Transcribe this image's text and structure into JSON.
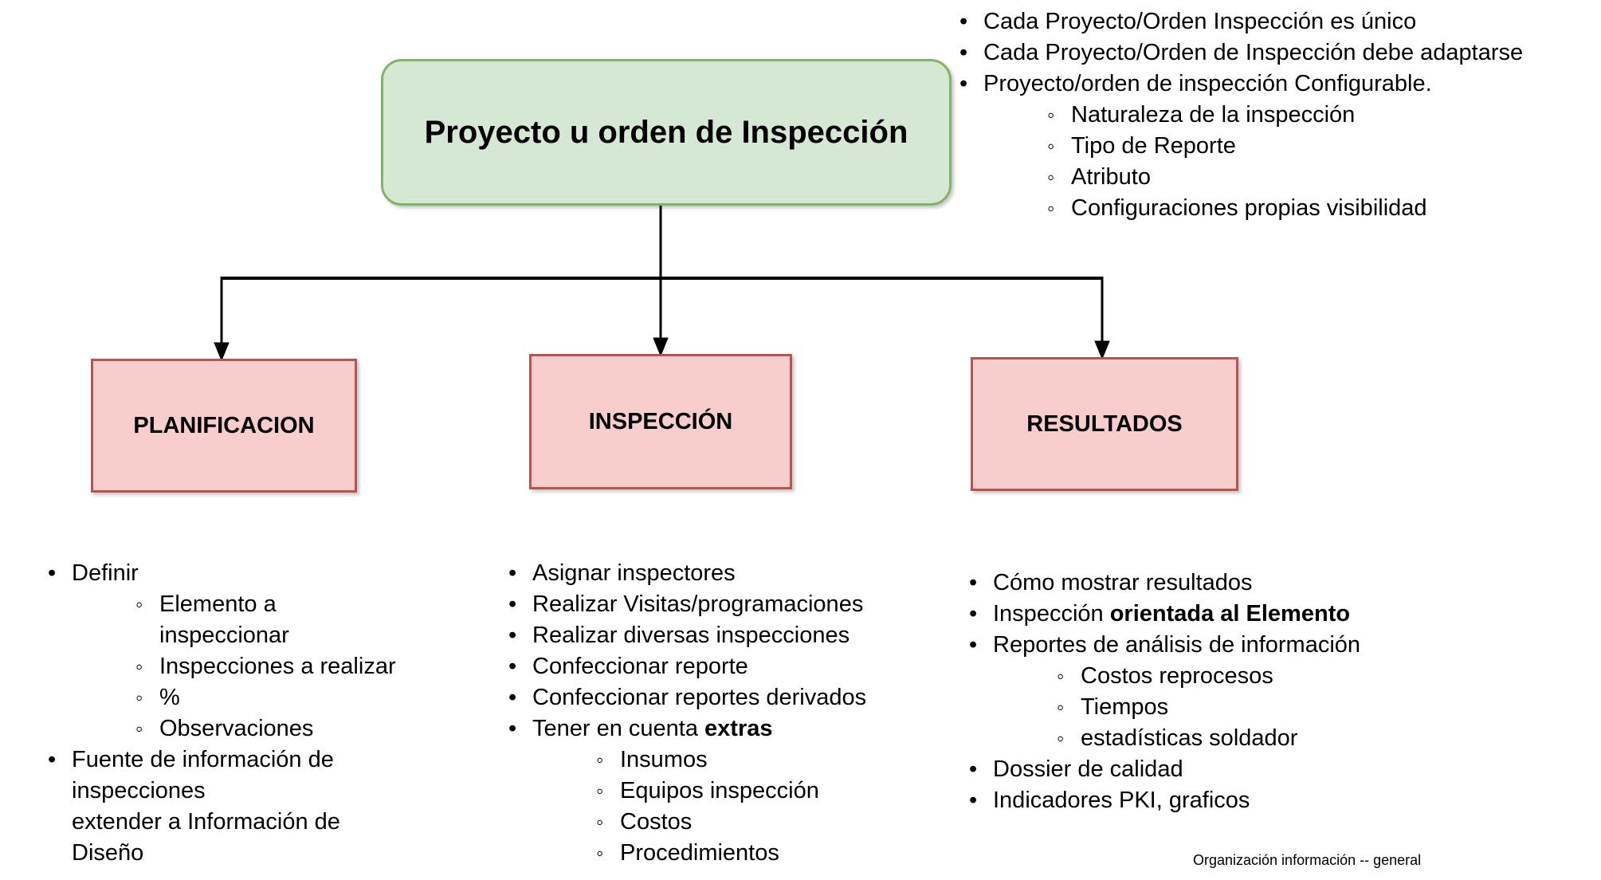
{
  "diagram": {
    "root_box": {
      "label": "Proyecto u orden de Inspección"
    },
    "branch_boxes": [
      {
        "id": "planificacion",
        "label": "PLANIFICACION"
      },
      {
        "id": "inspeccion",
        "label": "INSPECCIÓN"
      },
      {
        "id": "resultados",
        "label": "RESULTADOS"
      }
    ],
    "colors": {
      "root_fill": "#d5e8d4",
      "root_border": "#82b366",
      "branch_fill": "#f8cecc",
      "branch_border": "#b85450",
      "connector": "#000000"
    },
    "markers": {
      "level1": "•",
      "level2": "◦"
    },
    "top_right_notes": [
      {
        "level": 1,
        "text": "Cada Proyecto/Orden Inspección es único"
      },
      {
        "level": 1,
        "text": "Cada Proyecto/Orden de Inspección debe adaptarse"
      },
      {
        "level": 1,
        "text": "Proyecto/orden de inspección Configurable."
      },
      {
        "level": 2,
        "text": "Naturaleza de la inspección"
      },
      {
        "level": 2,
        "text": "Tipo de Reporte"
      },
      {
        "level": 2,
        "text": "Atributo"
      },
      {
        "level": 2,
        "text": "Configuraciones propias visibilidad"
      }
    ],
    "planificacion_notes": [
      {
        "level": 1,
        "text": "Definir"
      },
      {
        "level": 2,
        "text": "Elemento a inspeccionar"
      },
      {
        "level": 2,
        "text": "Inspecciones a realizar"
      },
      {
        "level": 2,
        "text": "%"
      },
      {
        "level": 2,
        "text": "Observaciones"
      },
      {
        "level": 1,
        "text": "Fuente de información de\ninspecciones\nextender a Información de\nDiseño"
      }
    ],
    "inspeccion_notes": [
      {
        "level": 1,
        "text": "Asignar inspectores"
      },
      {
        "level": 1,
        "text": "Realizar Visitas/programaciones"
      },
      {
        "level": 1,
        "text": "Realizar diversas inspecciones"
      },
      {
        "level": 1,
        "text": "Confeccionar reporte"
      },
      {
        "level": 1,
        "text": "Confeccionar reportes derivados"
      },
      {
        "level": 1,
        "runs": [
          {
            "t": "Tener en cuenta "
          },
          {
            "t": "extras",
            "b": true
          }
        ]
      },
      {
        "level": 2,
        "text": "Insumos"
      },
      {
        "level": 2,
        "text": "Equipos inspección"
      },
      {
        "level": 2,
        "text": "Costos"
      },
      {
        "level": 2,
        "text": "Procedimientos"
      }
    ],
    "resultados_notes": [
      {
        "level": 1,
        "text": "Cómo mostrar resultados"
      },
      {
        "level": 1,
        "runs": [
          {
            "t": "Inspección "
          },
          {
            "t": "orientada al Elemento",
            "b": true
          }
        ]
      },
      {
        "level": 1,
        "text": "Reportes de análisis de información"
      },
      {
        "level": 2,
        "text": "Costos reprocesos"
      },
      {
        "level": 2,
        "text": "Tiempos"
      },
      {
        "level": 2,
        "text": "estadísticas soldador"
      },
      {
        "level": 1,
        "text": "Dossier de calidad"
      },
      {
        "level": 1,
        "text": "Indicadores PKI, graficos"
      }
    ],
    "footer_caption": "Organización información -- general"
  }
}
